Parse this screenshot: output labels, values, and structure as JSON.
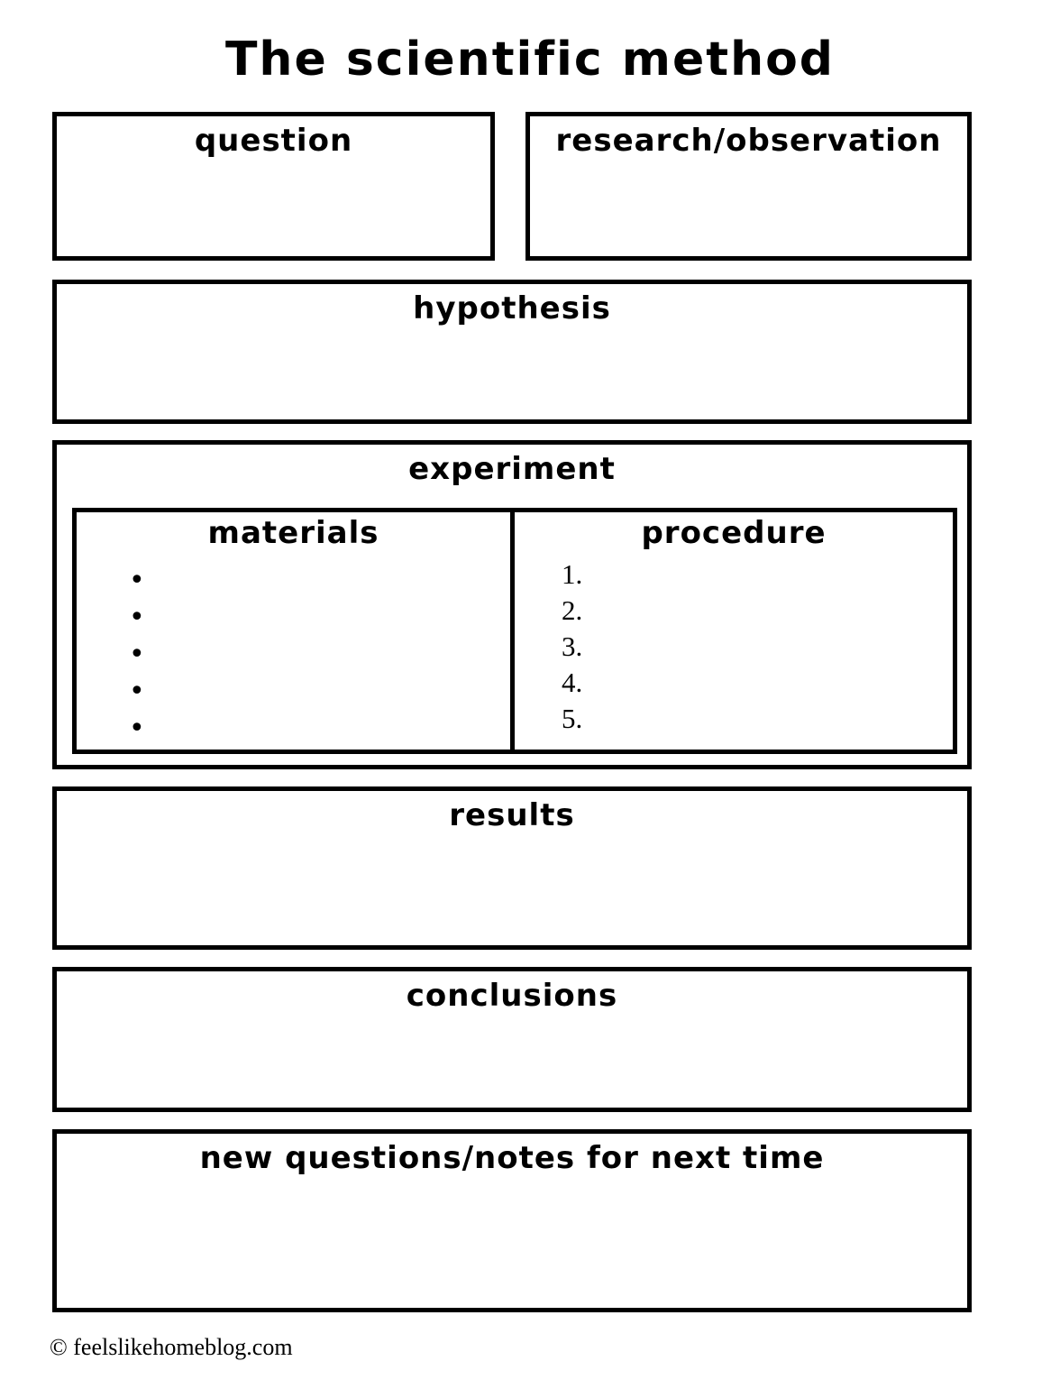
{
  "page": {
    "title": "The scientific method",
    "footer": "© feelslikehomeblog.com"
  },
  "colors": {
    "ink": "#000000",
    "paper": "#ffffff"
  },
  "sections": {
    "question": {
      "label": "question"
    },
    "research": {
      "label": "research/observation"
    },
    "hypothesis": {
      "label": "hypothesis"
    },
    "experiment": {
      "label": "experiment",
      "materials": {
        "label": "materials",
        "bullets": [
          "•",
          "•",
          "•",
          "•",
          "•"
        ]
      },
      "procedure": {
        "label": "procedure",
        "numbers": [
          "1.",
          "2.",
          "3.",
          "4.",
          "5."
        ]
      }
    },
    "results": {
      "label": "results"
    },
    "conclusions": {
      "label": "conclusions"
    },
    "new_questions": {
      "label": "new questions/notes for next time"
    }
  }
}
